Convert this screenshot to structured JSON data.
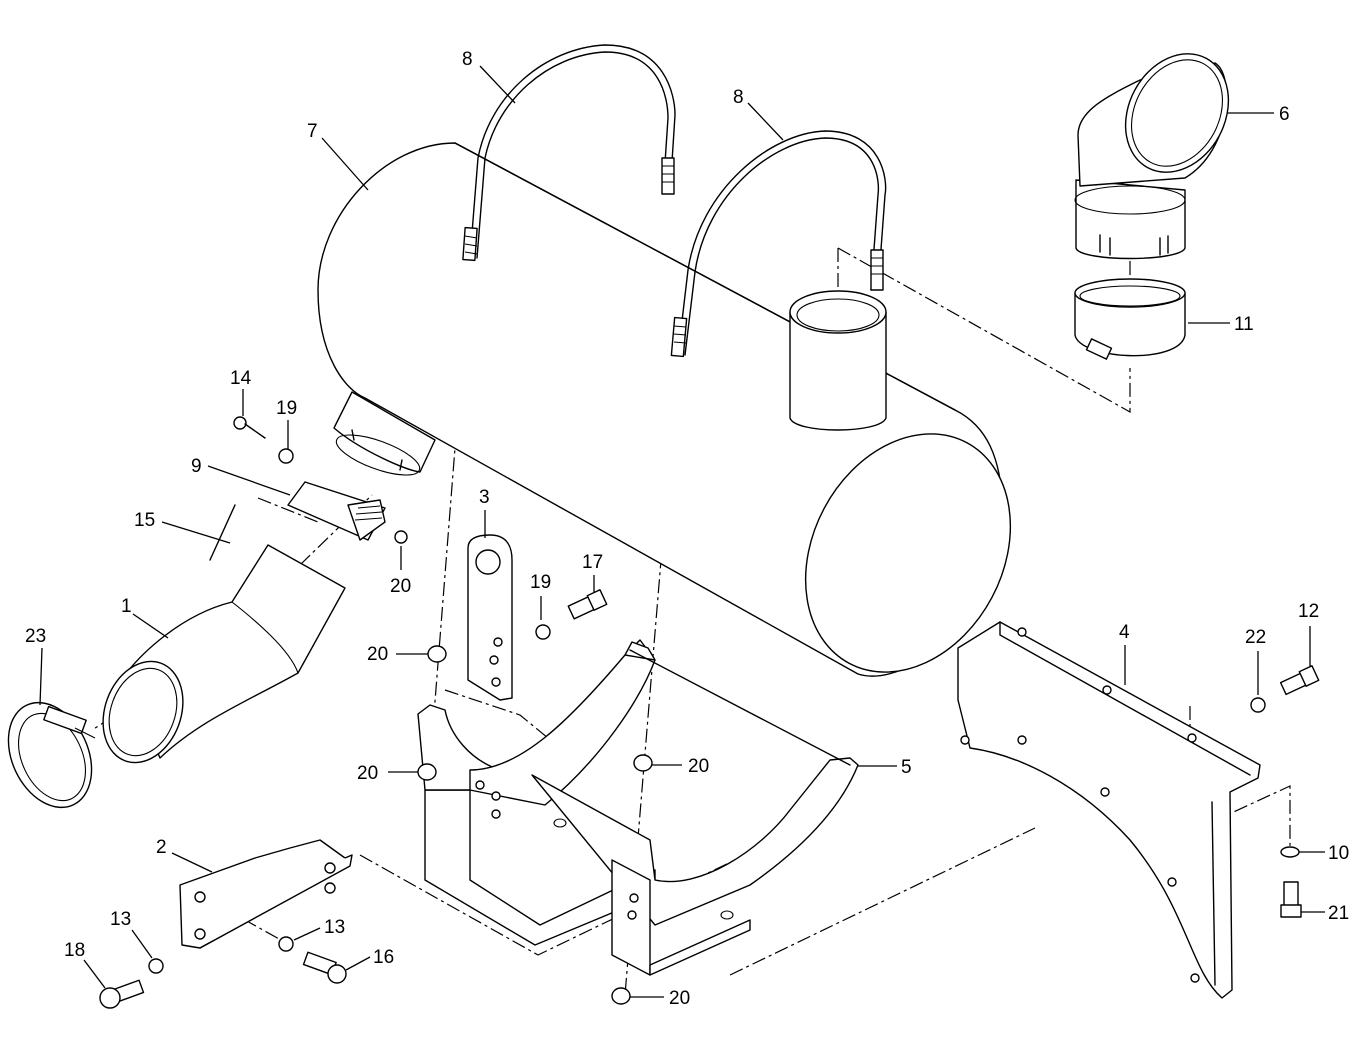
{
  "callouts": {
    "c1": "1",
    "c2": "2",
    "c3": "3",
    "c4": "4",
    "c5": "5",
    "c6": "6",
    "c7": "7",
    "c8a": "8",
    "c8b": "8",
    "c9": "9",
    "c10": "10",
    "c11": "11",
    "c12": "12",
    "c13a": "13",
    "c13b": "13",
    "c14": "14",
    "c15": "15",
    "c16": "16",
    "c17": "17",
    "c18": "18",
    "c19a": "19",
    "c19b": "19",
    "c20a": "20",
    "c20b": "20",
    "c20c": "20",
    "c20d": "20",
    "c20e": "20",
    "c21": "21",
    "c22": "22",
    "c23": "23"
  }
}
